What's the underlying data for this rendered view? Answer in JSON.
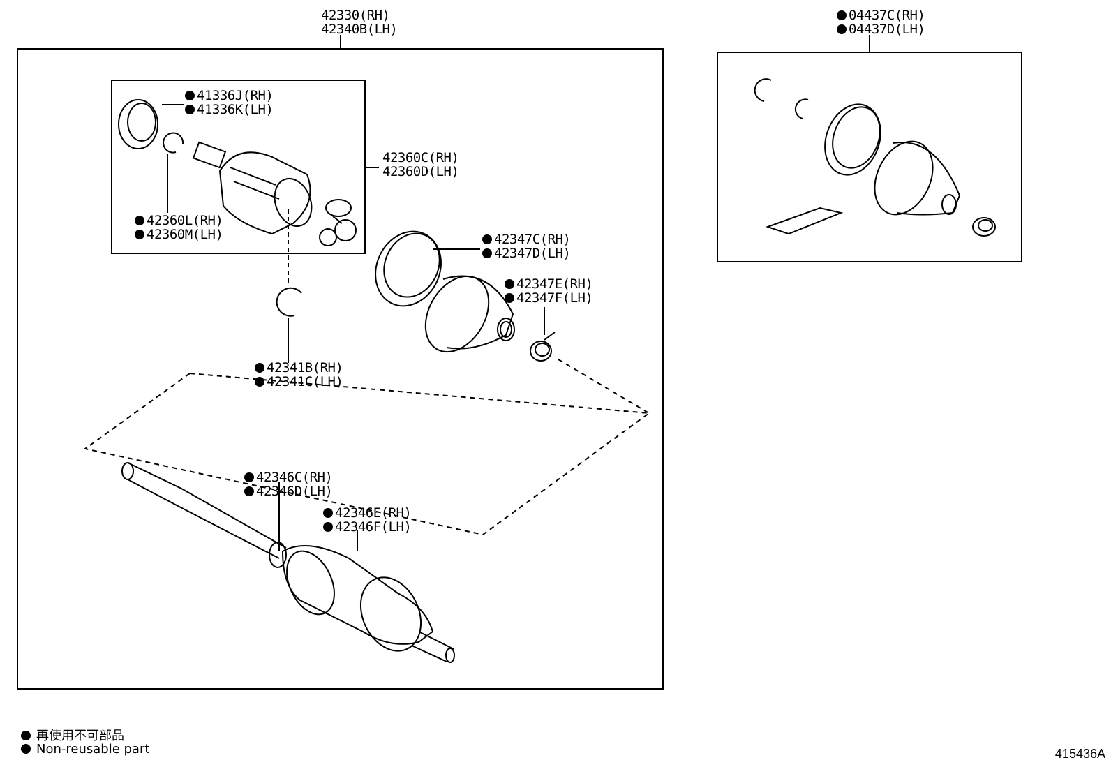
{
  "assembly": {
    "rh": "42330(RH)",
    "lh": "42340B(LH)"
  },
  "kit": {
    "rh": "04437C(RH)",
    "lh": "04437D(LH)"
  },
  "labels": {
    "p41336": {
      "rh": "41336J(RH)",
      "lh": "41336K(LH)"
    },
    "p42360CD": {
      "rh": "42360C(RH)",
      "lh": "42360D(LH)"
    },
    "p42360LM": {
      "rh": "42360L(RH)",
      "lh": "42360M(LH)"
    },
    "p42347CD": {
      "rh": "42347C(RH)",
      "lh": "42347D(LH)"
    },
    "p42347EF": {
      "rh": "42347E(RH)",
      "lh": "42347F(LH)"
    },
    "p42341": {
      "rh": "42341B(RH)",
      "lh": "42341C(LH)"
    },
    "p42346CD": {
      "rh": "42346C(RH)",
      "lh": "42346D(LH)"
    },
    "p42346EF": {
      "rh": "42346E(RH)",
      "lh": "42346F(LH)"
    }
  },
  "legend": {
    "line1": "再使用不可部品",
    "line2": "Non-reusable part"
  },
  "figure_no": "415436A"
}
